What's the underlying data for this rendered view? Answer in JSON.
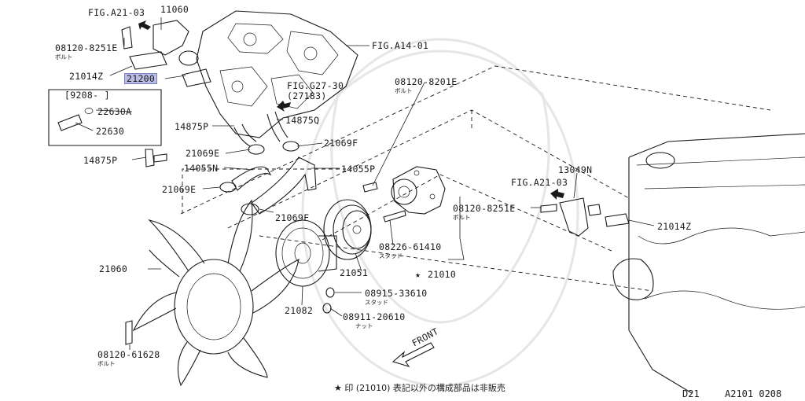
{
  "labels": {
    "fig_a21_03_top": "FIG.A21-03",
    "p11060": "11060",
    "bolt_8251e_top": "08120-8251E",
    "bolt_word": "ボルト",
    "p21014z_top": "21014Z",
    "p21200": "21200",
    "bracket_date": "[9208-    ]",
    "p22630a": "22630A",
    "p22630": "22630",
    "p14875p_a": "14875P",
    "p14875p_b": "14875P",
    "fig_a14_01": "FIG.A14-01",
    "fig_g27_30": "FIG.G27-30",
    "fig_g27_30_sub": "(27183)",
    "p14875q": "14875Q",
    "p21069f_a": "21069F",
    "p21069e_a": "21069E",
    "p14055n": "14055N",
    "p21069e_b": "21069E",
    "p14055p": "14055P",
    "p21069f_b": "21069F",
    "bolt_8201e": "08120-8201E",
    "p13049n": "13049N",
    "fig_a21_03_right": "FIG.A21-03",
    "bolt_8251e_right": "08120-8251E",
    "p21014z_right": "21014Z",
    "stud_61410": "08226-61410",
    "stud_word": "スタッド",
    "p21010": "21010",
    "p21060": "21060",
    "p21051": "21051",
    "stud_33610": "08915-33610",
    "p21082": "21082",
    "nut_20610": "08911-20610",
    "nut_word": "ナット",
    "bolt_61628": "08120-61628",
    "front": "FRONT",
    "star": "★"
  },
  "footer": {
    "note": "★ 印 (21010) 表記以外の構成部品は非販売",
    "code_d21": "D21",
    "code_ref": "A2101  0208"
  },
  "colors": {
    "line": "#1a1a1a",
    "highlight": "#b9bde6",
    "watermark": "#e6e6e6"
  }
}
